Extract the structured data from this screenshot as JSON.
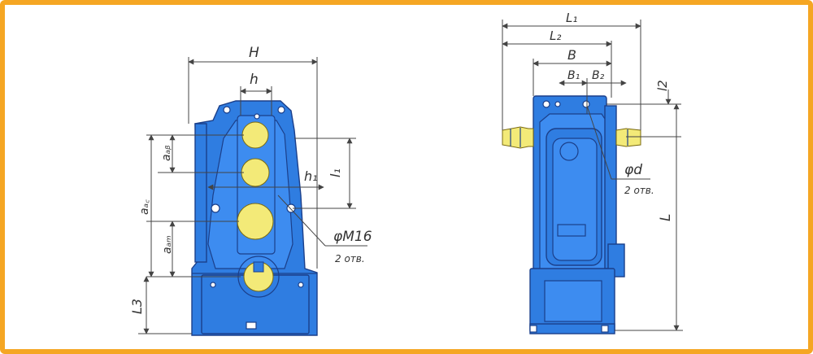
{
  "colors": {
    "border": "#f5a623",
    "body": "#2f7de1",
    "shaft": "#f3ea78",
    "line": "#444444"
  },
  "labels": {
    "H": "H",
    "h": "h",
    "h1": "h₁",
    "l1_left": "l₁",
    "awb": "aₐᵦ",
    "awc": "aₐ꜀",
    "awm": "aₐₘ",
    "L3": "L3",
    "M16": "φM16",
    "holes_left": "2 отв.",
    "L1": "L₁",
    "L2": "L₂",
    "B": "B",
    "B1": "B₁",
    "B2": "B₂",
    "l2": "l2",
    "L": "L",
    "d": "φd",
    "holes_right": "2 отв."
  }
}
